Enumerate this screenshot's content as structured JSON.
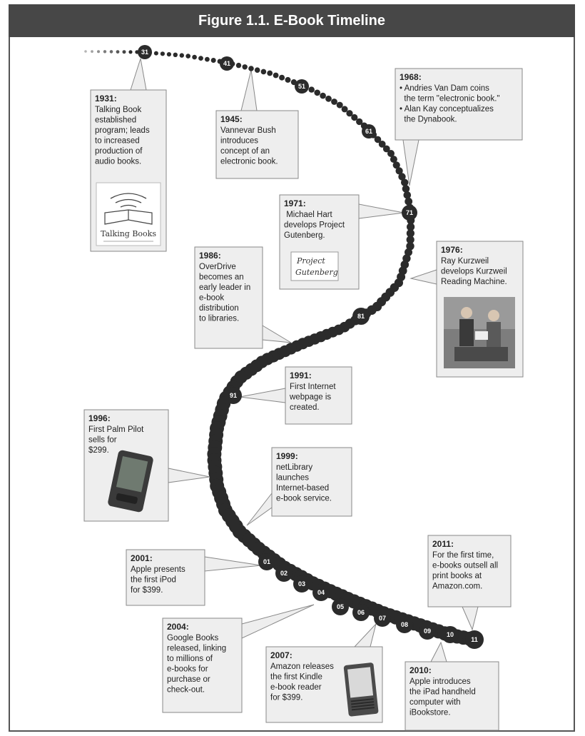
{
  "title": "Figure 1.1.  E-Book Timeline",
  "colors": {
    "title_bg": "#474747",
    "dot": "#2b2b2b",
    "box_fill": "#eeeeee",
    "box_stroke": "#888888"
  },
  "dot_labels": {
    "y31": "31",
    "y41": "41",
    "y51": "51",
    "y61": "61",
    "y71": "71",
    "y81": "81",
    "y91": "91",
    "y01": "01",
    "y02": "02",
    "y03": "03",
    "y04": "04",
    "y05": "05",
    "y06": "06",
    "y07": "07",
    "y08": "08",
    "y09": "09",
    "y10": "10",
    "y11": "11"
  },
  "events": {
    "e1931": {
      "year": "1931:",
      "lines": [
        "Talking Book",
        "established",
        "program; leads",
        "to increased",
        "production of",
        "audio books."
      ]
    },
    "e1945": {
      "year": "1945:",
      "lines": [
        "Vannevar Bush",
        "introduces",
        "concept of an",
        "electronic book."
      ]
    },
    "e1968": {
      "year": "1968:",
      "lines": [
        "• Andries Van Dam coins",
        "  the term \"electronic book.\"",
        "• Alan Kay conceptualizes",
        "  the Dynabook."
      ]
    },
    "e1971": {
      "year": "1971:",
      "lines": [
        " Michael Hart",
        "develops Project",
        "Gutenberg."
      ]
    },
    "e1976": {
      "year": "1976:",
      "lines": [
        "Ray Kurzweil",
        "develops Kurzweil",
        "Reading Machine."
      ]
    },
    "e1986": {
      "year": "1986:",
      "lines": [
        "OverDrive",
        "becomes an",
        "early leader in",
        "e-book",
        "distribution",
        "to libraries."
      ]
    },
    "e1991": {
      "year": "1991:",
      "lines": [
        "First Internet",
        "webpage is",
        "created."
      ]
    },
    "e1996": {
      "year": "1996:",
      "lines": [
        "First Palm Pilot",
        "sells for",
        "$299."
      ]
    },
    "e1999": {
      "year": "1999:",
      "lines": [
        "netLibrary",
        "launches",
        "Internet-based",
        "e-book service."
      ]
    },
    "e2001": {
      "year": "2001:",
      "lines": [
        "Apple presents",
        "the first iPod",
        "for $399."
      ]
    },
    "e2004": {
      "year": "2004:",
      "lines": [
        "Google Books",
        "released, linking",
        "to millions of",
        "e-books for",
        "purchase or",
        "check-out."
      ]
    },
    "e2007": {
      "year": "2007:",
      "lines": [
        "Amazon releases",
        "the first Kindle",
        "e-book reader",
        "for $399."
      ]
    },
    "e2010": {
      "year": "2010:",
      "lines": [
        "Apple introduces",
        "the iPad handheld",
        "computer with",
        "iBookstore."
      ]
    },
    "e2011": {
      "year": "2011:",
      "lines": [
        "For the first time,",
        "e-books outsell all",
        "print books at",
        "Amazon.com."
      ]
    }
  },
  "image_text": {
    "talking_books": "Talking Books",
    "gutenberg_1": "Project",
    "gutenberg_2": "Gutenberg"
  }
}
